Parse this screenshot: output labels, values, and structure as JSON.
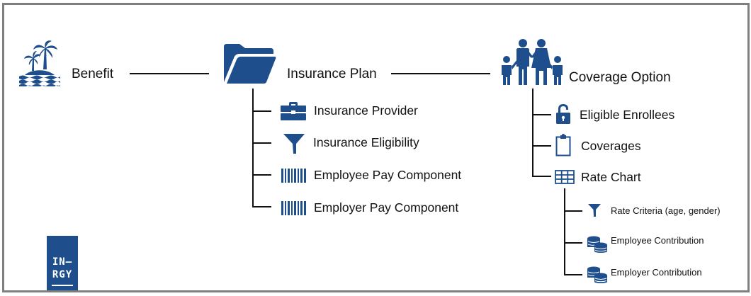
{
  "colors": {
    "accent": "#1f4e8c",
    "line": "#111111",
    "frame": "#7f7f7f"
  },
  "nodes": {
    "benefit": {
      "label": "Benefit",
      "icon": "island-palm-icon"
    },
    "insurance_plan": {
      "label": "Insurance Plan",
      "icon": "open-folder-icon",
      "children": [
        {
          "label": "Insurance Provider",
          "icon": "briefcase-icon"
        },
        {
          "label": "Insurance Eligibility",
          "icon": "filter-funnel-icon"
        },
        {
          "label": "Employee Pay Component",
          "icon": "barcode-icon"
        },
        {
          "label": "Employer Pay Component",
          "icon": "barcode-icon"
        }
      ]
    },
    "coverage_option": {
      "label_main": "Coverage",
      "label_rest": " Option",
      "icon": "family-icon",
      "children": [
        {
          "label": "Eligible Enrollees",
          "icon": "unlocked-padlock-icon"
        },
        {
          "label": "Coverages",
          "icon": "clipboard-icon"
        },
        {
          "label": "Rate Chart",
          "icon": "table-grid-icon",
          "children": [
            {
              "label": "Rate Criteria (age, gender)",
              "icon": "filter-funnel-icon"
            },
            {
              "label": "Employee Contribution",
              "icon": "coins-stack-icon"
            },
            {
              "label": "Employer Contribution",
              "icon": "coins-stack-icon"
            }
          ]
        }
      ]
    }
  },
  "logo": {
    "line1": "IN–",
    "line2": "RGY"
  }
}
